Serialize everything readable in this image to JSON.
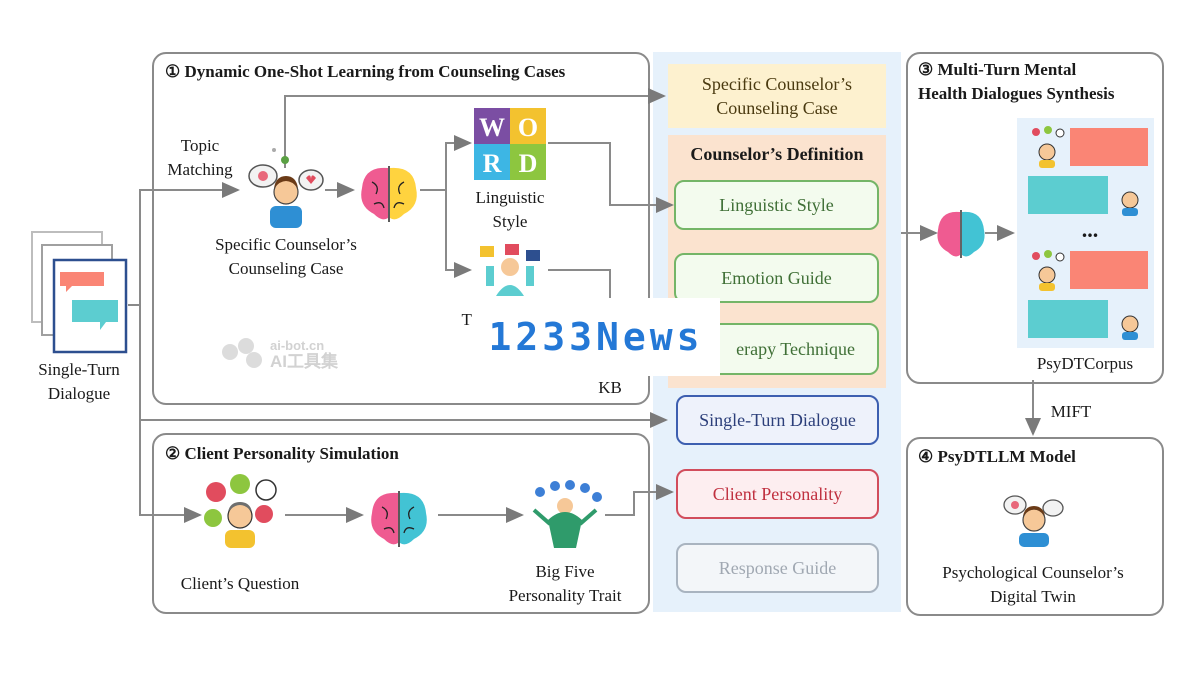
{
  "panel1": {
    "title": "① Dynamic One-Shot Learning from Counseling Cases",
    "kb": "KB"
  },
  "panel2": {
    "title": "② Client Personality Simulation"
  },
  "panel3": {
    "title_line1": "③ Multi-Turn Mental",
    "title_line2": "Health Dialogues Synthesis",
    "corpus": "PsyDTCorpus",
    "dots": "..."
  },
  "panel4": {
    "title": "④ PsyDTLLM Model",
    "label_line1": "Psychological Counselor’s",
    "label_line2": "Digital Twin"
  },
  "left": {
    "line1": "Single-Turn",
    "line2": "Dialogue"
  },
  "labels": {
    "topic1": "Topic",
    "topic2": "Matching",
    "case1": "Specific Counselor’s",
    "case2": "Counseling Case",
    "ling1": "Linguistic",
    "ling2": "Style",
    "th_partial": "Th",
    "question": "Client’s Question",
    "bigfive1": "Big Five",
    "bigfive2": "Personality Trait",
    "mift": "MIFT",
    "word_tiles": [
      "W",
      "O",
      "R",
      "D"
    ]
  },
  "center": {
    "case_line1": "Specific Counselor’s",
    "case_line2": "Counseling Case",
    "definition_title": "Counselor’s Definition",
    "linguistic_style": "Linguistic Style",
    "emotion_guide": "Emotion Guide",
    "therapy_partial": "erapy Technique",
    "single_turn": "Single-Turn Dialogue",
    "client_personality": "Client Personality",
    "response_guide": "Response Guide"
  },
  "watermark": {
    "overlay": "1233News",
    "faded1": "ai-bot.cn",
    "faded2": "AI工具集"
  },
  "colors": {
    "accent_blue_bg": "#e6f1fb",
    "peach": "#fbe3cf",
    "green": "#74b567",
    "blue_box": "#3d5fb0",
    "red_box": "#d24d5c",
    "salmon": "#fa8575",
    "teal": "#5ccdd0"
  }
}
